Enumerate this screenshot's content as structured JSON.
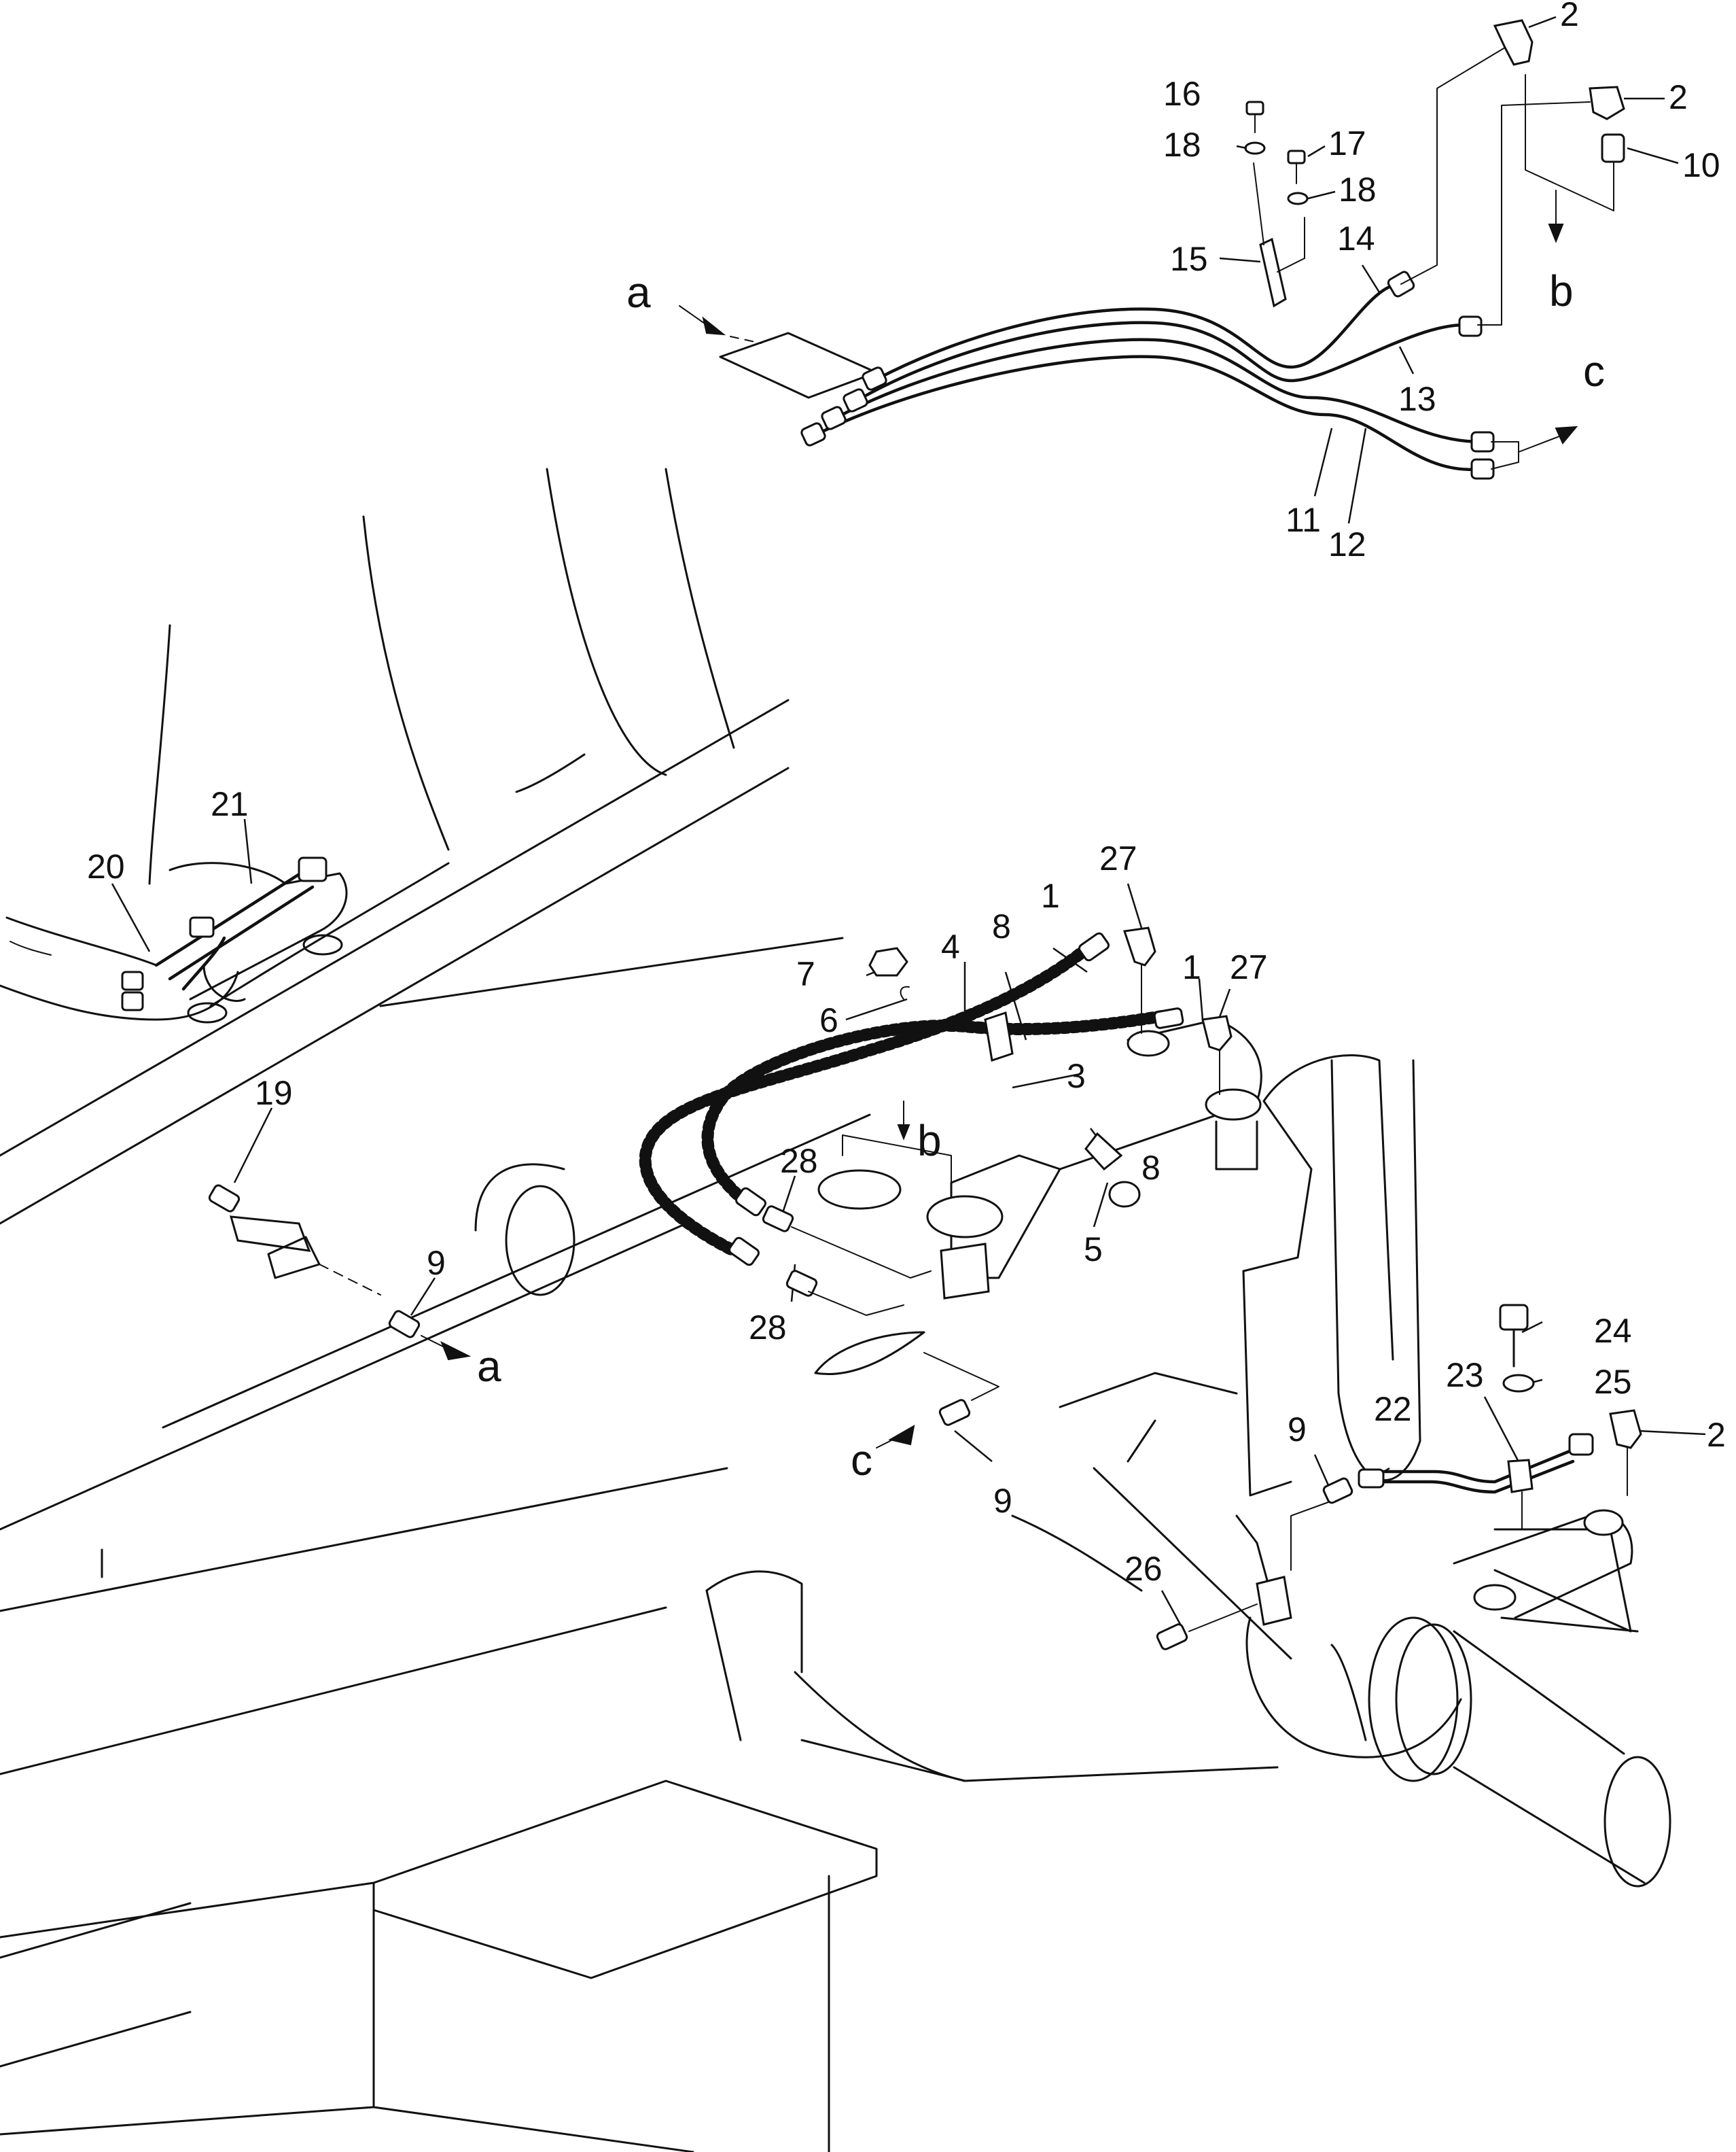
{
  "callouts": {
    "c2a": "2",
    "c2b": "2",
    "c2c": "2",
    "c10": "10",
    "c16": "16",
    "c17": "17",
    "c18a": "18",
    "c18b": "18",
    "c15": "15",
    "c14": "14",
    "c13": "13",
    "c11": "11",
    "c12": "12",
    "ref_a_top": "a",
    "ref_b_top": "b",
    "ref_c_top": "c",
    "c21": "21",
    "c20": "20",
    "c19": "19",
    "c9a": "9",
    "c9b": "9",
    "c9c": "9",
    "ref_a_bottom": "a",
    "ref_c_bottom": "c",
    "ref_b_mid": "b",
    "c27a": "27",
    "c27b": "27",
    "c1a": "1",
    "c1b": "1",
    "c8a": "8",
    "c8b": "8",
    "c7": "7",
    "c4": "4",
    "c6": "6",
    "c3": "3",
    "c5": "5",
    "c28a": "28",
    "c28b": "28",
    "c24": "24",
    "c25": "25",
    "c23": "23",
    "c22": "22",
    "c26": "26"
  }
}
